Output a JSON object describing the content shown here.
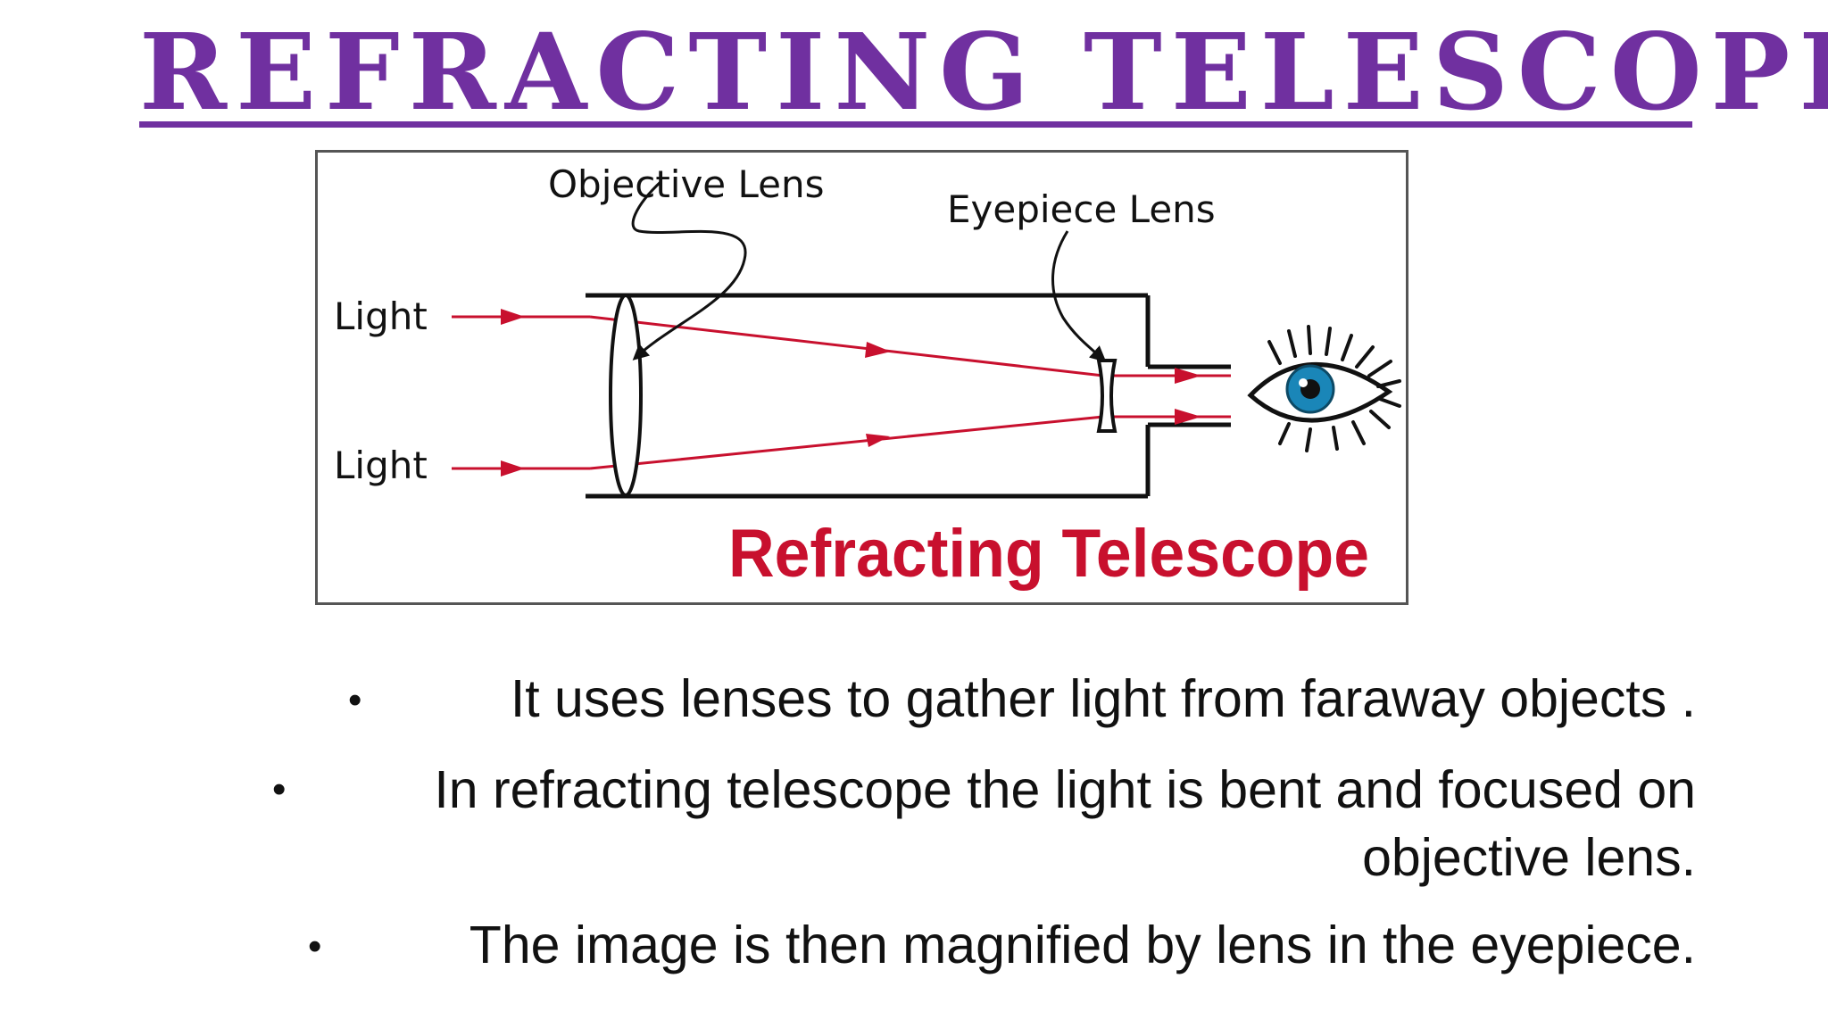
{
  "slide": {
    "title": "REFRACTING TELESCOPE",
    "colors": {
      "title": "#7030a0",
      "ray": "#c8102e",
      "caption": "#c8102e",
      "ink": "#111111",
      "iris": "#1a86b8"
    }
  },
  "diagram": {
    "labels": {
      "objective_lens": "Objective Lens",
      "eyepiece_lens": "Eyepiece Lens",
      "light_top": "Light",
      "light_bottom": "Light"
    },
    "caption": "Refracting Telescope",
    "icons": [
      "objective-lens-icon",
      "eyepiece-lens-icon",
      "eye-icon",
      "arrow-icon"
    ]
  },
  "bullets": [
    {
      "text": "It uses lenses to gather light from faraway objects ."
    },
    {
      "text": "In refracting telescope the light is bent and focused on objective lens."
    },
    {
      "text": "The image is then magnified by lens in the eyepiece."
    }
  ]
}
